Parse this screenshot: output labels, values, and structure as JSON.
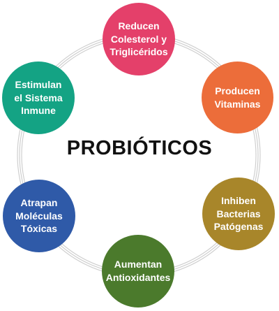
{
  "title": "PROBIÓTICOS",
  "nodes": [
    {
      "label": "Reducen\nColesterol y\nTriglicéridos",
      "color": "#e4406a"
    },
    {
      "label": "Producen\nVitaminas",
      "color": "#ec6d3a"
    },
    {
      "label": "Inhiben\nBacterias\nPatógenas",
      "color": "#a8862a"
    },
    {
      "label": "Aumentan\nAntioxidantes",
      "color": "#4b7a2c"
    },
    {
      "label": "Atrapan\nMoléculas\nTóxicas",
      "color": "#2f5aa8"
    },
    {
      "label": "Estimulan\nel Sistema\nInmune",
      "color": "#14a384"
    }
  ],
  "ring_color": "#cfcfcf"
}
